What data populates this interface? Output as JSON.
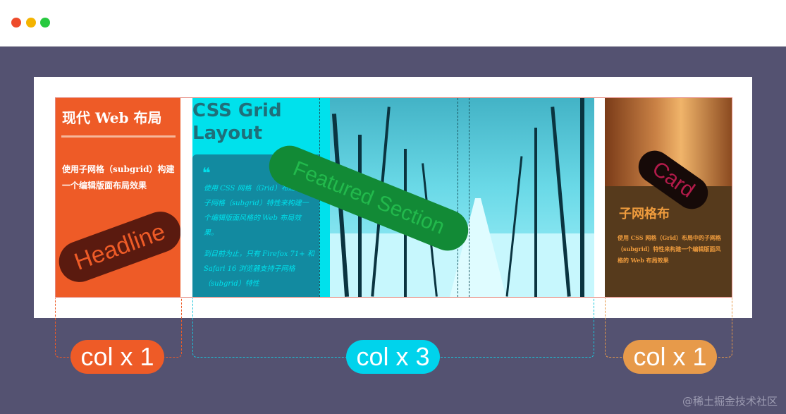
{
  "window": {
    "controls": [
      "close",
      "minimize",
      "maximize"
    ]
  },
  "headline": {
    "title": "现代 Web 布局",
    "body": "使用子网格（subgrid）构建一个编辑版面布局效果",
    "badge": "Headline",
    "color": "#ee5b27"
  },
  "featured": {
    "title_line1": "CSS Grid",
    "title_line2": "Layout",
    "quote_mark": "❝",
    "quote_p1": "使用 CSS 网格（Grid）布局中的子网格（subgrid）特性来构建一个编辑版面风格的 Web 布局效果。",
    "quote_p2": "到目前为止，只有 Firefox 71+ 和 Safari 16 浏览器支持子网格（subgrid）特性",
    "badge": "Featured Section",
    "color": "#00e1ec"
  },
  "card": {
    "title": "子网格布",
    "body": "使用 CSS 网格（Grid）布局中的子网格（subgrid）特性来构建一个编辑版面风格的 Web 布局效果",
    "badge": "Card",
    "color": "#e79a4a"
  },
  "labels": {
    "left": "col x 1",
    "middle": "col x 3",
    "right": "col x 1"
  },
  "watermark": "@稀土掘金技术社区",
  "colors": {
    "stage": "#545271",
    "orange": "#ee5b27",
    "cyan": "#00d3ec",
    "amber": "#e79a4a"
  }
}
